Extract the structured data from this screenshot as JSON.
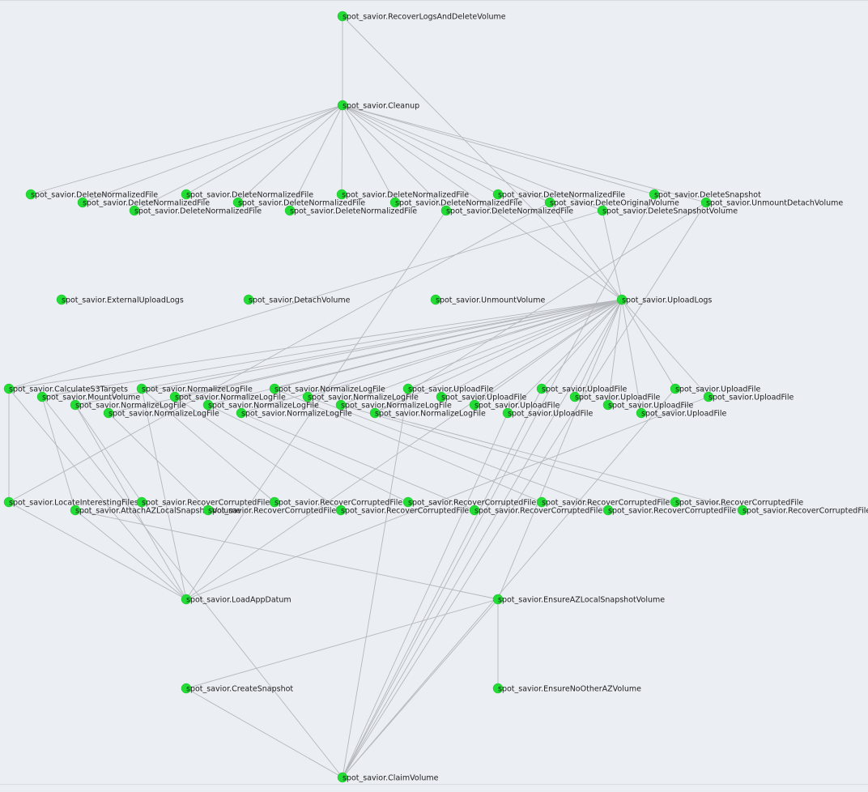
{
  "graph": {
    "node_color": "#22dd33",
    "edge_color": "#b4b7bc",
    "background": "#ebeef3",
    "nodes": [
      {
        "id": "recover",
        "label": "spot_savior.RecoverLogsAndDeleteVolume"
      },
      {
        "id": "cleanup",
        "label": "spot_savior.Cleanup"
      },
      {
        "id": "dnf1",
        "label": "spot_savior.DeleteNormalizedFile"
      },
      {
        "id": "dnf2",
        "label": "spot_savior.DeleteNormalizedFile"
      },
      {
        "id": "dnf3",
        "label": "spot_savior.DeleteNormalizedFile"
      },
      {
        "id": "dnf4",
        "label": "spot_savior.DeleteNormalizedFile"
      },
      {
        "id": "dnf5",
        "label": "spot_savior.DeleteNormalizedFile"
      },
      {
        "id": "dnf6",
        "label": "spot_savior.DeleteNormalizedFile"
      },
      {
        "id": "dnf7",
        "label": "spot_savior.DeleteNormalizedFile"
      },
      {
        "id": "dnf8",
        "label": "spot_savior.DeleteNormalizedFile"
      },
      {
        "id": "dnf9",
        "label": "spot_savior.DeleteNormalizedFile"
      },
      {
        "id": "dnf10",
        "label": "spot_savior.DeleteNormalizedFile"
      },
      {
        "id": "dov",
        "label": "spot_savior.DeleteOriginalVolume"
      },
      {
        "id": "dsnap",
        "label": "spot_savior.DeleteSnapshot"
      },
      {
        "id": "dsv",
        "label": "spot_savior.DeleteSnapshotVolume"
      },
      {
        "id": "umdv",
        "label": "spot_savior.UnmountDetachVolume"
      },
      {
        "id": "eul",
        "label": "spot_savior.ExternalUploadLogs"
      },
      {
        "id": "detach",
        "label": "spot_savior.DetachVolume"
      },
      {
        "id": "unmount",
        "label": "spot_savior.UnmountVolume"
      },
      {
        "id": "upload",
        "label": "spot_savior.UploadLogs"
      },
      {
        "id": "cs3",
        "label": "spot_savior.CalculateS3Targets"
      },
      {
        "id": "mount",
        "label": "spot_savior.MountVolume"
      },
      {
        "id": "nlf1",
        "label": "spot_savior.NormalizeLogFile"
      },
      {
        "id": "nlf2",
        "label": "spot_savior.NormalizeLogFile"
      },
      {
        "id": "nlf3",
        "label": "spot_savior.NormalizeLogFile"
      },
      {
        "id": "nlf4",
        "label": "spot_savior.NormalizeLogFile"
      },
      {
        "id": "nlf5",
        "label": "spot_savior.NormalizeLogFile"
      },
      {
        "id": "nlf6",
        "label": "spot_savior.NormalizeLogFile"
      },
      {
        "id": "nlf7",
        "label": "spot_savior.NormalizeLogFile"
      },
      {
        "id": "nlf8",
        "label": "spot_savior.NormalizeLogFile"
      },
      {
        "id": "nlf9",
        "label": "spot_savior.NormalizeLogFile"
      },
      {
        "id": "nlf10",
        "label": "spot_savior.NormalizeLogFile"
      },
      {
        "id": "uf1",
        "label": "spot_savior.UploadFile"
      },
      {
        "id": "uf2",
        "label": "spot_savior.UploadFile"
      },
      {
        "id": "uf3",
        "label": "spot_savior.UploadFile"
      },
      {
        "id": "uf4",
        "label": "spot_savior.UploadFile"
      },
      {
        "id": "uf5",
        "label": "spot_savior.UploadFile"
      },
      {
        "id": "uf6",
        "label": "spot_savior.UploadFile"
      },
      {
        "id": "uf7",
        "label": "spot_savior.UploadFile"
      },
      {
        "id": "uf8",
        "label": "spot_savior.UploadFile"
      },
      {
        "id": "uf9",
        "label": "spot_savior.UploadFile"
      },
      {
        "id": "uf10",
        "label": "spot_savior.UploadFile"
      },
      {
        "id": "lif",
        "label": "spot_savior.LocateInterestingFiles"
      },
      {
        "id": "attach",
        "label": "spot_savior.AttachAZLocalSnapshotVolume"
      },
      {
        "id": "rcf1",
        "label": "spot_savior.RecoverCorruptedFile"
      },
      {
        "id": "rcf2",
        "label": "spot_savior.RecoverCorruptedFile"
      },
      {
        "id": "rcf3",
        "label": "spot_savior.RecoverCorruptedFile"
      },
      {
        "id": "rcf4",
        "label": "spot_savior.RecoverCorruptedFile"
      },
      {
        "id": "rcf5",
        "label": "spot_savior.RecoverCorruptedFile"
      },
      {
        "id": "rcf6",
        "label": "spot_savior.RecoverCorruptedFile"
      },
      {
        "id": "rcf7",
        "label": "spot_savior.RecoverCorruptedFile"
      },
      {
        "id": "rcf8",
        "label": "spot_savior.RecoverCorruptedFile"
      },
      {
        "id": "rcf9",
        "label": "spot_savior.RecoverCorruptedFile"
      },
      {
        "id": "rcf10",
        "label": "spot_savior.RecoverCorruptedFile"
      },
      {
        "id": "lad",
        "label": "spot_savior.LoadAppDatum"
      },
      {
        "id": "eazl",
        "label": "spot_savior.EnsureAZLocalSnapshotVolume"
      },
      {
        "id": "csnap",
        "label": "spot_savior.CreateSnapshot"
      },
      {
        "id": "enoaz",
        "label": "spot_savior.EnsureNoOtherAZVolume"
      },
      {
        "id": "claim",
        "label": "spot_savior.ClaimVolume"
      }
    ],
    "edges": [
      [
        "recover",
        "cleanup"
      ],
      [
        "recover",
        "upload"
      ],
      [
        "cleanup",
        "dnf1"
      ],
      [
        "cleanup",
        "dnf2"
      ],
      [
        "cleanup",
        "dnf3"
      ],
      [
        "cleanup",
        "dnf4"
      ],
      [
        "cleanup",
        "dnf5"
      ],
      [
        "cleanup",
        "dnf6"
      ],
      [
        "cleanup",
        "dnf7"
      ],
      [
        "cleanup",
        "dnf8"
      ],
      [
        "cleanup",
        "dnf9"
      ],
      [
        "cleanup",
        "dnf10"
      ],
      [
        "cleanup",
        "dov"
      ],
      [
        "cleanup",
        "dsnap"
      ],
      [
        "cleanup",
        "dsv"
      ],
      [
        "cleanup",
        "umdv"
      ],
      [
        "cleanup",
        "upload"
      ],
      [
        "dsv",
        "cs3"
      ],
      [
        "dsv",
        "upload"
      ],
      [
        "dov",
        "lif"
      ],
      [
        "dov",
        "upload"
      ],
      [
        "dnf9",
        "lad"
      ],
      [
        "dsnap",
        "claim"
      ],
      [
        "umdv",
        "claim"
      ],
      [
        "umdv",
        "nlf10"
      ],
      [
        "upload",
        "cs3"
      ],
      [
        "upload",
        "mount"
      ],
      [
        "upload",
        "nlf1"
      ],
      [
        "upload",
        "nlf2"
      ],
      [
        "upload",
        "nlf3"
      ],
      [
        "upload",
        "nlf4"
      ],
      [
        "upload",
        "nlf5"
      ],
      [
        "upload",
        "nlf6"
      ],
      [
        "upload",
        "nlf7"
      ],
      [
        "upload",
        "nlf8"
      ],
      [
        "upload",
        "nlf9"
      ],
      [
        "upload",
        "nlf10"
      ],
      [
        "upload",
        "uf1"
      ],
      [
        "upload",
        "uf2"
      ],
      [
        "upload",
        "uf3"
      ],
      [
        "upload",
        "uf4"
      ],
      [
        "upload",
        "uf5"
      ],
      [
        "upload",
        "uf6"
      ],
      [
        "upload",
        "uf7"
      ],
      [
        "upload",
        "uf8"
      ],
      [
        "upload",
        "uf9"
      ],
      [
        "upload",
        "uf10"
      ],
      [
        "upload",
        "claim"
      ],
      [
        "upload",
        "lad"
      ],
      [
        "upload",
        "eazl"
      ],
      [
        "cs3",
        "lif"
      ],
      [
        "cs3",
        "lad"
      ],
      [
        "mount",
        "attach"
      ],
      [
        "mount",
        "claim"
      ],
      [
        "nlf1",
        "rcf1"
      ],
      [
        "nlf2",
        "rcf2"
      ],
      [
        "nlf3",
        "rcf3"
      ],
      [
        "nlf4",
        "rcf4"
      ],
      [
        "nlf5",
        "rcf5"
      ],
      [
        "nlf6",
        "rcf6"
      ],
      [
        "nlf7",
        "rcf7"
      ],
      [
        "nlf8",
        "rcf8"
      ],
      [
        "nlf9",
        "rcf9"
      ],
      [
        "nlf10",
        "rcf10"
      ],
      [
        "nlf3",
        "lad"
      ],
      [
        "nlf1",
        "lad"
      ],
      [
        "uf1",
        "claim"
      ],
      [
        "uf4",
        "claim"
      ],
      [
        "uf5",
        "claim"
      ],
      [
        "uf9",
        "claim"
      ],
      [
        "uf10",
        "lad"
      ],
      [
        "lif",
        "lad"
      ],
      [
        "attach",
        "eazl"
      ],
      [
        "attach",
        "lad"
      ],
      [
        "eazl",
        "csnap"
      ],
      [
        "eazl",
        "enoaz"
      ],
      [
        "eazl",
        "claim"
      ],
      [
        "csnap",
        "claim"
      ]
    ]
  }
}
